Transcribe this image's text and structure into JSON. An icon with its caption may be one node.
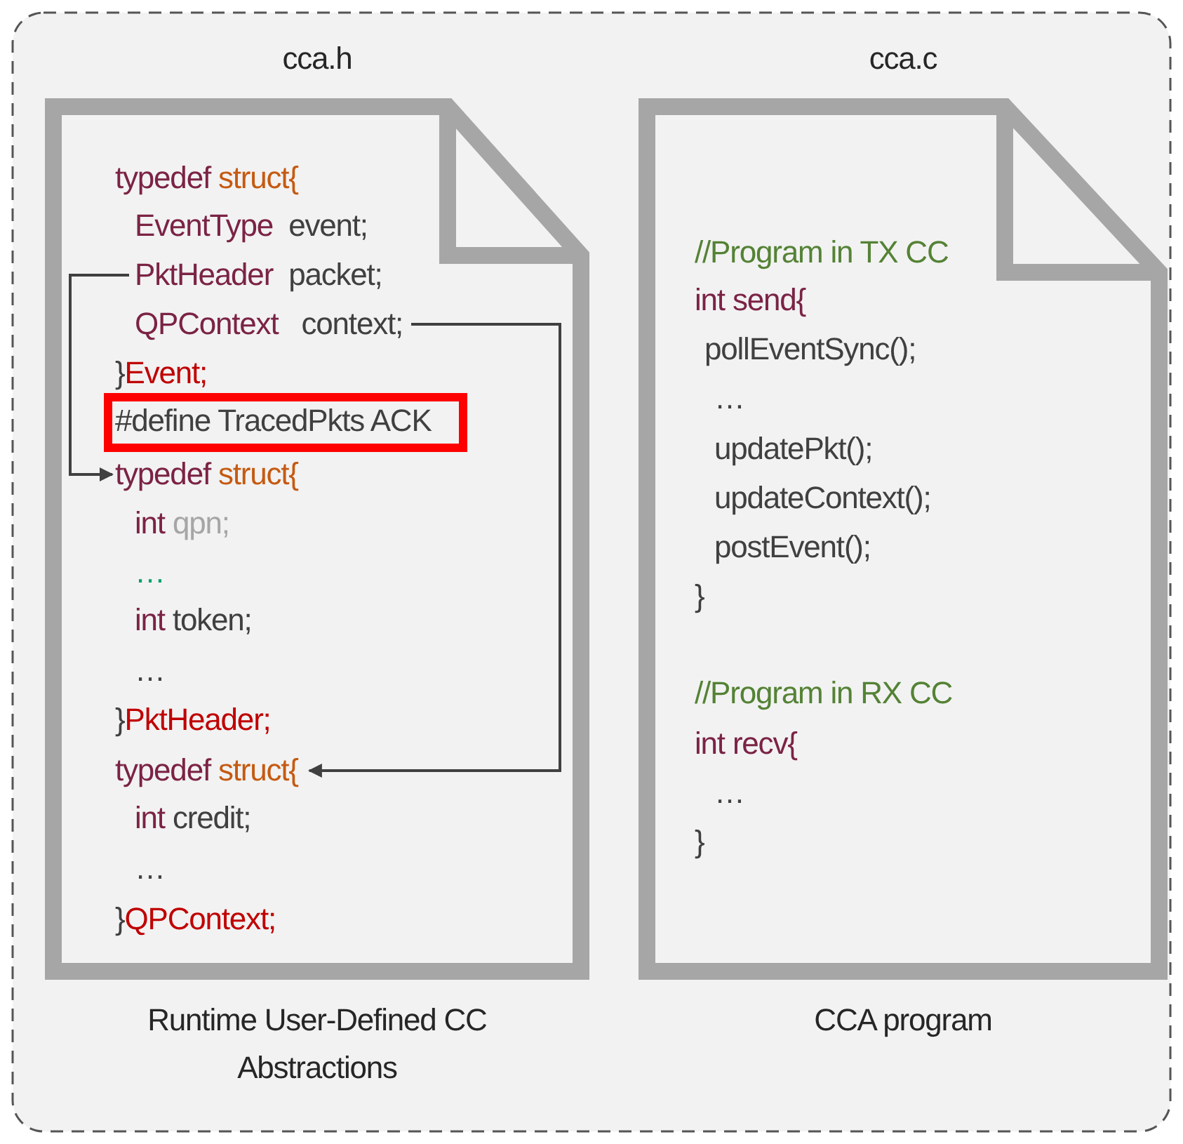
{
  "diagram": {
    "nodes": [
      {
        "text": [
          "cca.h"
        ],
        "beside": [
          "Runtime User-Defined CC Abstractions"
        ]
      },
      {
        "text": [
          "PktHeader  packet;"
        ],
        "in": 0
      },
      {
        "text": [
          "QPContext   context;"
        ],
        "in": 0
      },
      {
        "text": [
          "#define TracedPkts ACK"
        ],
        "in": 0
      },
      {
        "text": [
          "typedef struct{"
        ],
        "in": 0
      },
      {
        "text": [
          "typedef struct{"
        ],
        "in": 0
      },
      {
        "text": [
          "cca.c"
        ],
        "beside": [
          "CCA program"
        ]
      }
    ],
    "edges": [
      {
        "from": 1,
        "to": 4,
        "arrow": "to"
      },
      {
        "from": 2,
        "to": 5,
        "arrow": "to"
      }
    ],
    "labels": [
      "typedef struct{",
      "EventType  event;",
      "}Event;",
      "int qpn;",
      "…",
      "int token;",
      "…",
      "}PktHeader;",
      "int credit;",
      "…",
      "}QPContext;",
      "//Program in TX CC",
      "int send{",
      "pollEventSync();",
      "…",
      "updatePkt();",
      "updateContext();",
      "postEvent();",
      "}",
      "//Program in RX CC",
      "int recv{",
      "…",
      "}"
    ]
  }
}
